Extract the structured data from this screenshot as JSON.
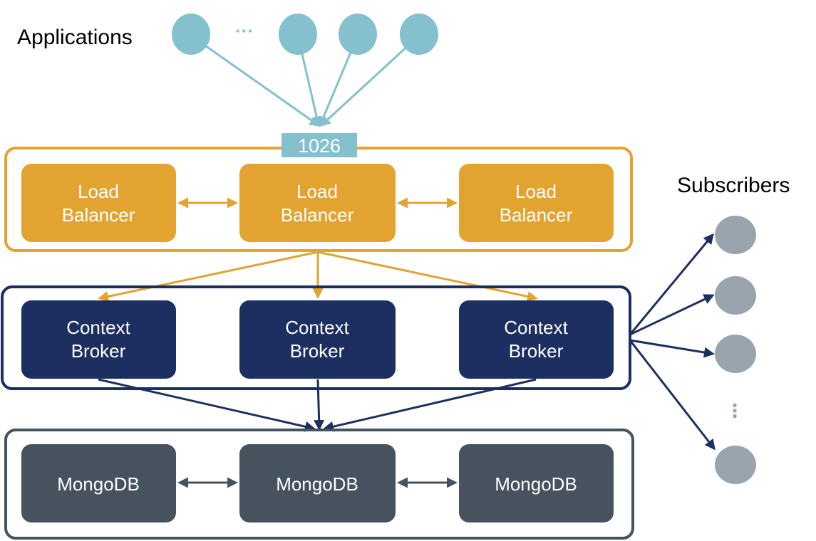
{
  "labels": {
    "applications": "Applications",
    "subscribers": "Subscribers",
    "port": "1026",
    "app_ellipsis": "···",
    "sub_ellipsis": "⋮"
  },
  "load_balancers": [
    {
      "line1": "Load",
      "line2": "Balancer"
    },
    {
      "line1": "Load",
      "line2": "Balancer"
    },
    {
      "line1": "Load",
      "line2": "Balancer"
    }
  ],
  "context_brokers": [
    {
      "line1": "Context",
      "line2": "Broker"
    },
    {
      "line1": "Context",
      "line2": "Broker"
    },
    {
      "line1": "Context",
      "line2": "Broker"
    }
  ],
  "mongodb": [
    {
      "label": "MongoDB"
    },
    {
      "label": "MongoDB"
    },
    {
      "label": "MongoDB"
    }
  ],
  "colors": {
    "application": "#84c0cd",
    "load_balancer": "#e3a331",
    "context_broker": "#1d2f60",
    "mongodb": "#46525e",
    "subscriber": "#9aa4ae"
  }
}
